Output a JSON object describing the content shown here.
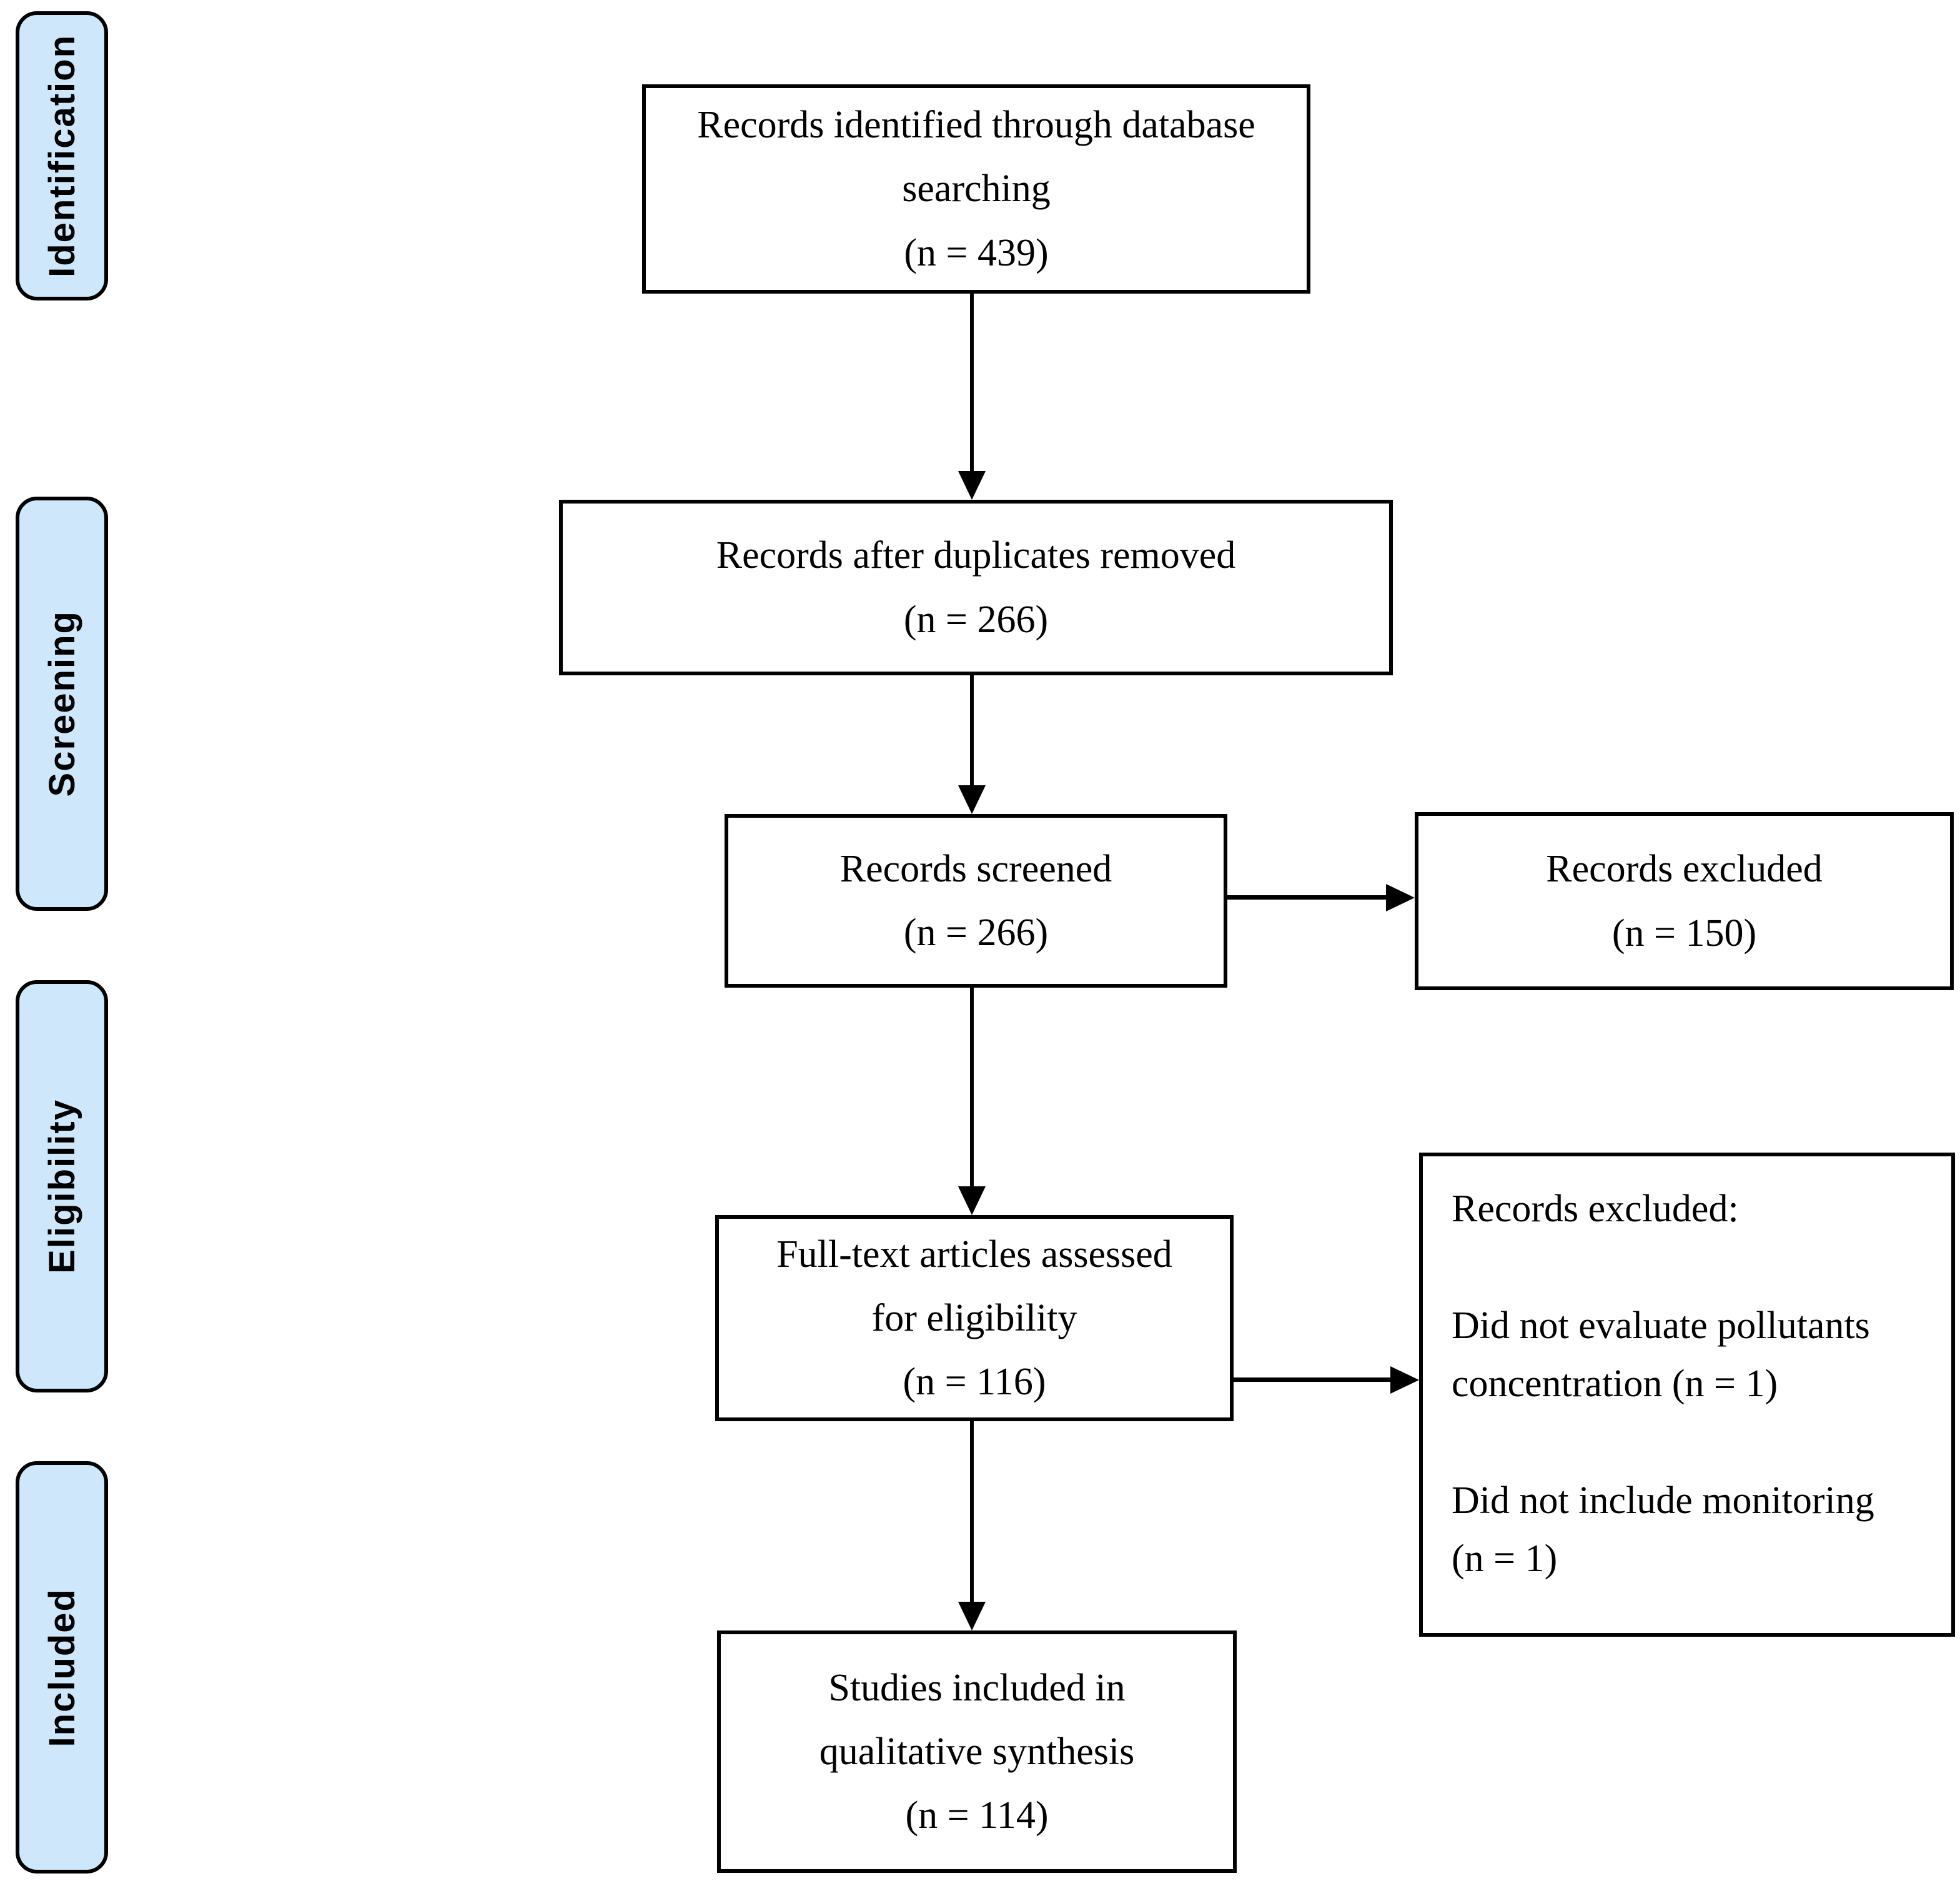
{
  "diagram": {
    "stages": [
      {
        "label": "Identification"
      },
      {
        "label": "Screening"
      },
      {
        "label": "Eligibility"
      },
      {
        "label": "Included"
      }
    ],
    "boxes": {
      "identified": {
        "lines": [
          "Records identified through database",
          "searching",
          "(n = 439)"
        ]
      },
      "duplicates_removed": {
        "lines": [
          "Records after duplicates removed",
          "(n = 266)"
        ]
      },
      "screened": {
        "lines": [
          "Records screened",
          "(n = 266)"
        ]
      },
      "excluded_screening": {
        "lines": [
          "Records excluded",
          "(n = 150)"
        ]
      },
      "fulltext_assessed": {
        "lines": [
          "Full-text articles assessed",
          "for eligibility",
          "(n = 116)"
        ]
      },
      "excluded_eligibility": {
        "title": "Records excluded:",
        "reason1_line1": "Did not evaluate pollutants",
        "reason1_line2": "concentration (n = 1)",
        "reason2_line1": "Did not include monitoring",
        "reason2_line2": "(n = 1)"
      },
      "included_synthesis": {
        "lines": [
          "Studies included in",
          "qualitative synthesis",
          "(n = 114)"
        ]
      }
    },
    "colors": {
      "stage_fill": "#cee7fa",
      "stage_border": "#000000",
      "box_border": "#000000",
      "arrow": "#000000",
      "text": "#000000"
    }
  }
}
